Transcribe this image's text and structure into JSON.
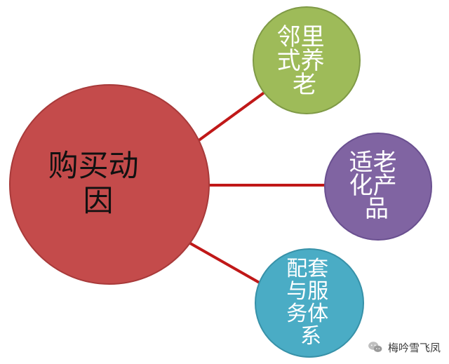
{
  "diagram": {
    "center_node": {
      "label_lines": [
        "购买动",
        "因"
      ],
      "fill": "#c44b4b",
      "text_color": "#111111"
    },
    "connector_color": "#c01818",
    "branches": [
      {
        "label_lines": [
          "邻里",
          "式养",
          "老"
        ],
        "fill": "#9ebb59",
        "text_color": "#ffffff"
      },
      {
        "label_lines": [
          "适老",
          "化产",
          "品"
        ],
        "fill": "#8064a2",
        "text_color": "#ffffff"
      },
      {
        "label_lines": [
          "配套",
          "与服",
          "务体",
          "系"
        ],
        "fill": "#4aacc5",
        "text_color": "#ffffff"
      }
    ]
  },
  "watermark": {
    "text": "梅吟雪飞凤",
    "icon": "wechat-icon"
  }
}
